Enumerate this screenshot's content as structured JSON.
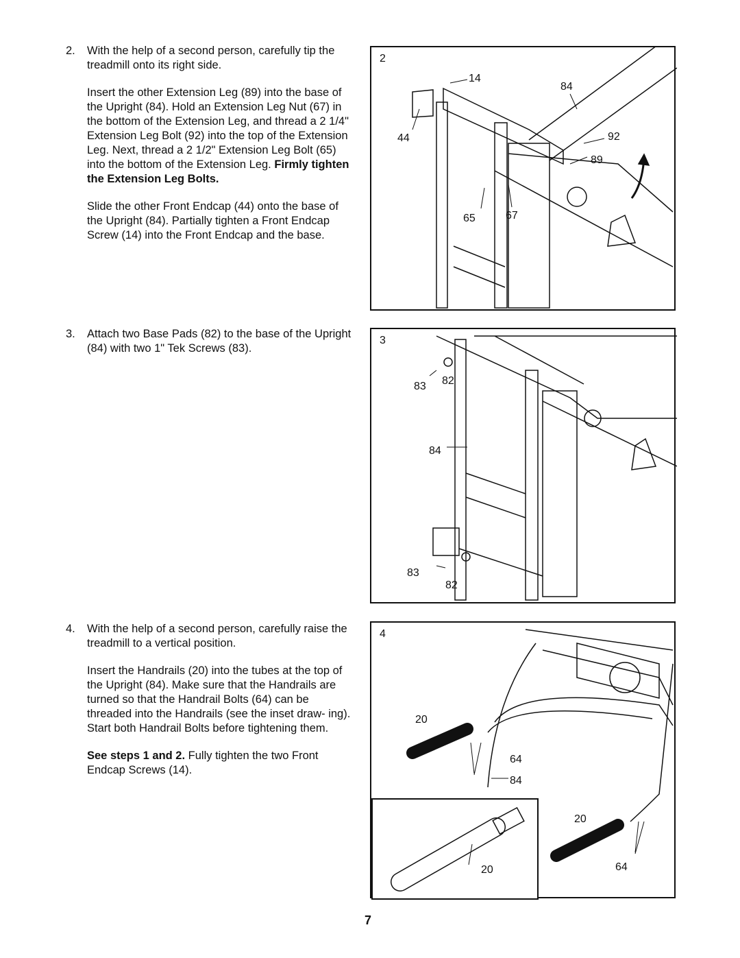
{
  "steps": [
    {
      "number": "2.",
      "intro": "With the help of a second person, carefully tip the treadmill onto its right side.",
      "para2_text": "Insert the other Extension Leg (89) into the base of the Upright (84). Hold an Extension Leg Nut (67) in the bottom of the Extension Leg, and thread a 2 1/4\" Extension Leg Bolt (92) into the top of the Extension Leg. Next, thread a 2 1/2\" Extension Leg Bolt (65) into the bottom of the Extension Leg.",
      "para2_bold": "Firmly tighten the Extension Leg Bolts.",
      "para3": "Slide the other Front Endcap (44) onto the base of the Upright (84). Partially tighten a Front Endcap Screw (14) into the Front Endcap and the base."
    },
    {
      "number": "3.",
      "intro": "Attach two Base Pads (82) to the base of the Upright (84) with two 1\" Tek Screws (83)."
    },
    {
      "number": "4.",
      "intro": "With the help of a second person, carefully raise the treadmill to a vertical position.",
      "para2_text": "Insert the Handrails (20) into the tubes at the top of the Upright (84). Make sure that the Handrails are turned so that the Handrail Bolts (64) can be threaded into the Handrails (see the inset draw- ing). Start both Handrail Bolts before tightening them.",
      "para3_bold": "See steps 1 and 2.",
      "para3_text": "Fully tighten the two Front Endcap Screws (14)."
    }
  ],
  "figures": {
    "fig2": {
      "number": "2",
      "labels": {
        "l14": "14",
        "l84": "84",
        "l44": "44",
        "l92": "92",
        "l89": "89",
        "l65": "65",
        "l67": "67"
      }
    },
    "fig3": {
      "number": "3",
      "labels": {
        "l83a": "83",
        "l82a": "82",
        "l84": "84",
        "l83b": "83",
        "l82b": "82"
      }
    },
    "fig4": {
      "number": "4",
      "labels": {
        "l20a": "20",
        "l64a": "64",
        "l84": "84",
        "l20b": "20",
        "l64b": "64",
        "l20c": "20"
      }
    }
  },
  "page_number": "7"
}
